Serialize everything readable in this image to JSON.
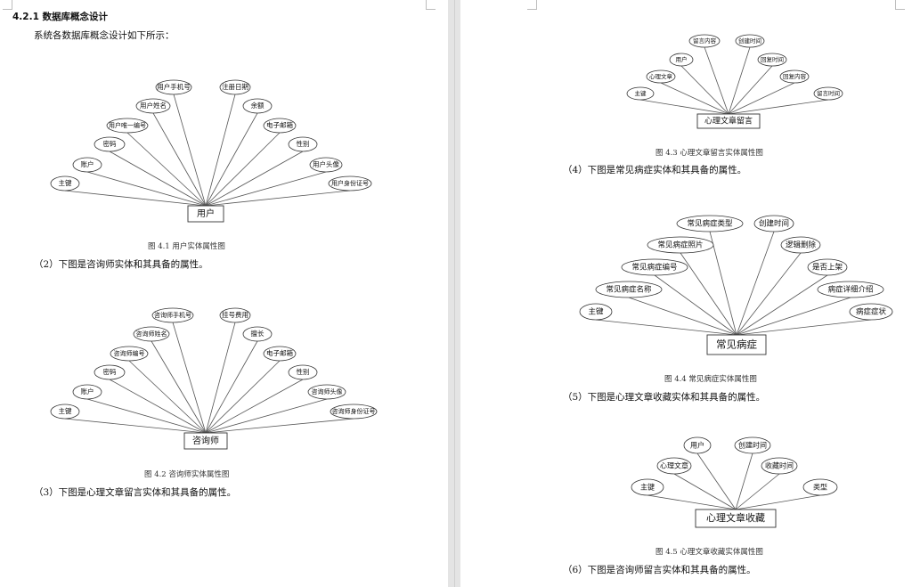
{
  "left_page": {
    "section_heading": "4.2.1  数据库概念设计",
    "intro": "系统各数据库概念设计如下所示：",
    "caption_1": "图 4.1  用户实体属性图",
    "para_2": "（2）下图是咨询师实体和其具备的属性。",
    "caption_2": "图 4.2  咨询师实体属性图",
    "para_3": "（3）下图是心理文章留言实体和其具备的属性。"
  },
  "right_page": {
    "caption_3": "图 4.3  心理文章留言实体属性图",
    "para_4": "（4）下图是常见病症实体和其具备的属性。",
    "caption_4": "图 4.4  常见病症实体属性图",
    "para_5": "（5）下图是心理文章收藏实体和其具备的属性。",
    "caption_5": "图 4.5  心理文章收藏实体属性图",
    "para_6": "（6）下图是咨询师留言实体和其具备的属性。"
  },
  "diagrams": [
    {
      "entity": "用户",
      "attributes": [
        "主键",
        "账户",
        "密码",
        "用户唯一编号",
        "用户姓名",
        "用户手机号",
        "注册日期",
        "余额",
        "电子邮箱",
        "性别",
        "用户头像",
        "用户身份证号"
      ]
    },
    {
      "entity": "咨询师",
      "attributes": [
        "主键",
        "账户",
        "密码",
        "咨询师编号",
        "咨询师姓名",
        "咨询师手机号",
        "挂号费用",
        "擅长",
        "电子邮箱",
        "性别",
        "咨询师头像",
        "咨询师身份证号"
      ]
    },
    {
      "entity": "心理文章留言",
      "attributes": [
        "主键",
        "心理文章",
        "用户",
        "留言内容",
        "创建时间",
        "回复时间",
        "回复内容",
        "留言时间"
      ]
    },
    {
      "entity": "常见病症",
      "attributes": [
        "主键",
        "常见病症名称",
        "常见病症编号",
        "常见病症照片",
        "常见病症类型",
        "创建时间",
        "逻辑删除",
        "是否上架",
        "病症详细介绍",
        "病症症状"
      ]
    },
    {
      "entity": "心理文章收藏",
      "attributes": [
        "主键",
        "心理文章",
        "用户",
        "创建时间",
        "收藏时间",
        "类型"
      ]
    }
  ]
}
